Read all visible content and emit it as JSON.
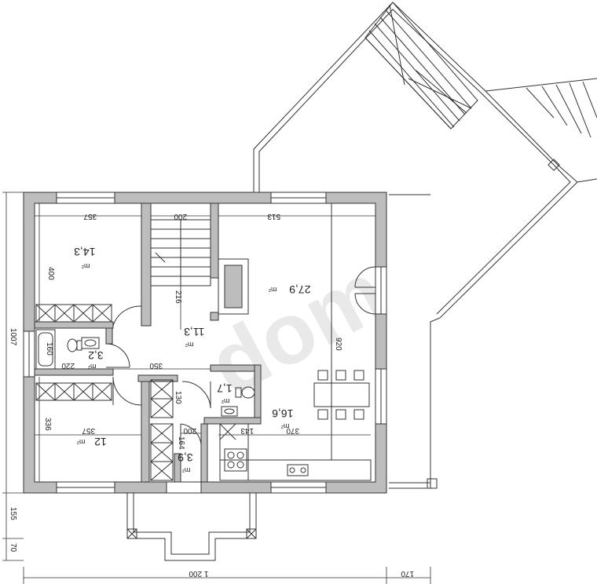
{
  "watermark": "dom",
  "rooms": [
    {
      "id": "bedroom-top",
      "area": "14,3",
      "unit": "m²"
    },
    {
      "id": "bathroom",
      "area": "3,2",
      "unit": "m²"
    },
    {
      "id": "bedroom-bottom",
      "area": "12",
      "unit": "m²"
    },
    {
      "id": "hall",
      "area": "11,3",
      "unit": "m²"
    },
    {
      "id": "toilet",
      "area": "1,7",
      "unit": "m²"
    },
    {
      "id": "entry",
      "area": "3,9",
      "unit": "m²"
    },
    {
      "id": "living",
      "area": "27,9",
      "unit": "m²"
    },
    {
      "id": "kitchen-dining",
      "area": "16,6",
      "unit": "m²"
    }
  ],
  "dimensions": {
    "bedroom_top_width": "357",
    "bedroom_top_depth": "400",
    "stair_width": "200",
    "living_width": "513",
    "stair_run": "216",
    "living_depth": "920",
    "bath_depth": "160",
    "bath_width": "220",
    "hall_length": "350",
    "toilet_width": "130",
    "bedroom_bottom_width": "357",
    "bedroom_bottom_depth": "336",
    "entry_width": "200",
    "entry_depth": "164",
    "kitchen_niche": "143",
    "kitchen_width": "370",
    "total_depth": "1007",
    "porch_depth": "155",
    "step_depth": "70",
    "total_width": "1 200",
    "terrace_width": "170"
  }
}
